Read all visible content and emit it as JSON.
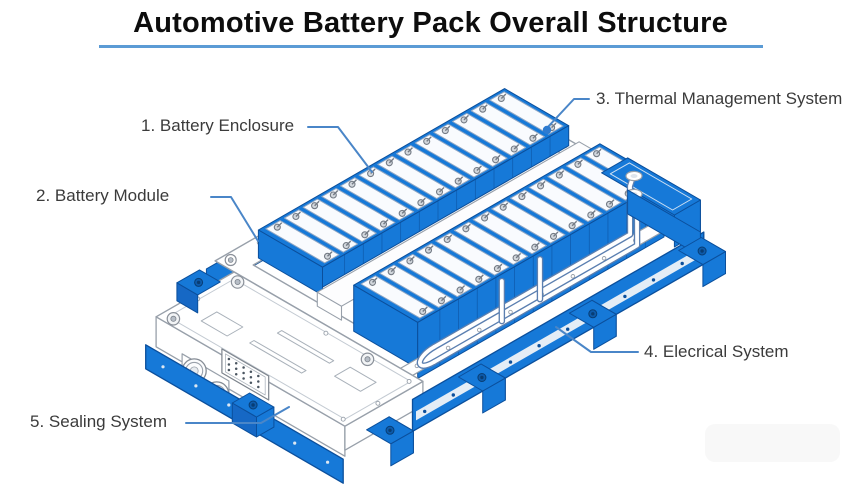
{
  "title": {
    "text": "Automotive Battery Pack Overall Structure"
  },
  "labels": [
    {
      "text": "1. Battery Enclosure"
    },
    {
      "text": "2. Battery Module"
    },
    {
      "text": "3. Thermal Management System"
    },
    {
      "text": "4. Elecrical System"
    },
    {
      "text": "5. Sealing System"
    }
  ],
  "diagram": {
    "type": "isometric-technical-illustration",
    "subject": "automotive battery pack overall structure",
    "module_rows": 2,
    "cells_per_row": 13,
    "colors": {
      "blue": "#1679d8",
      "blue_dark": "#0b4f9c",
      "blue_mid": "#1668c5",
      "outline": "#98a0aa",
      "cell_top": "#f9fbfe",
      "cell_edge": "#8fa6c4",
      "terminal": "#d2d7dd",
      "terminal_edge": "#747b85",
      "pipe_outline": "#5b7fb0",
      "leader": "#4a86c8",
      "leader_dot": "#2e7bd0",
      "underline": "#5b9bd5",
      "label_text": "#3b3b3b",
      "title_text": "#0d0d0d"
    }
  }
}
